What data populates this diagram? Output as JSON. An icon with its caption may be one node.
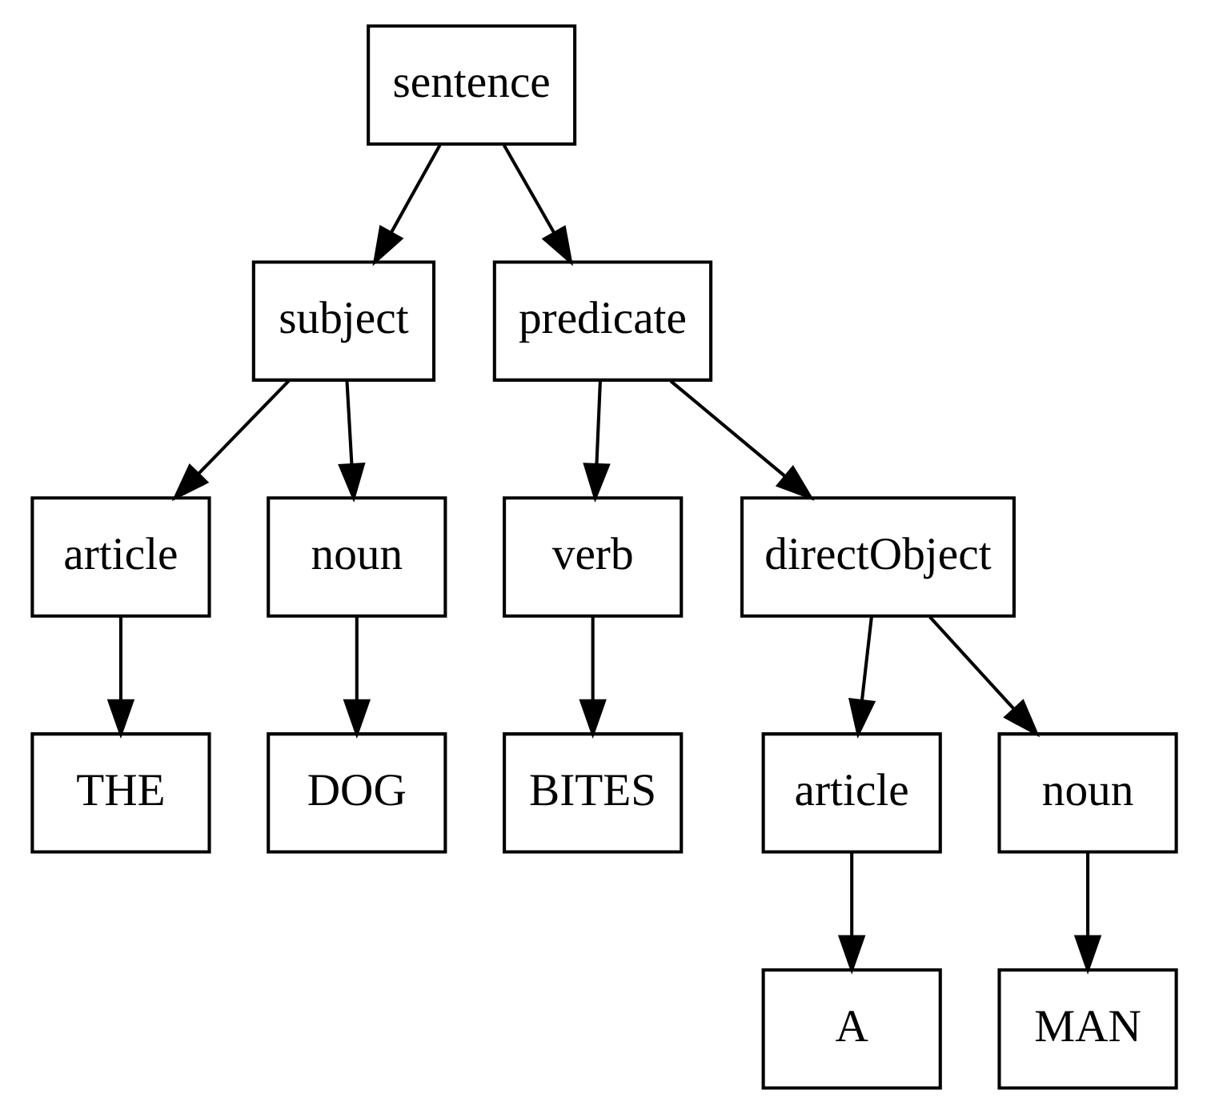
{
  "diagram": {
    "nodes": [
      {
        "text": [
          "sentence"
        ]
      },
      {
        "text": [
          "subject"
        ]
      },
      {
        "text": [
          "predicate"
        ]
      },
      {
        "text": [
          "article"
        ]
      },
      {
        "text": [
          "noun"
        ]
      },
      {
        "text": [
          "verb"
        ]
      },
      {
        "text": [
          "directObject"
        ]
      },
      {
        "text": [
          "THE"
        ]
      },
      {
        "text": [
          "DOG"
        ]
      },
      {
        "text": [
          "BITES"
        ]
      },
      {
        "text": [
          "article"
        ]
      },
      {
        "text": [
          "noun"
        ]
      },
      {
        "text": [
          "A"
        ]
      },
      {
        "text": [
          "MAN"
        ]
      }
    ],
    "edges": [
      {
        "from": 0,
        "to": 1,
        "arrow": "to"
      },
      {
        "from": 0,
        "to": 2,
        "arrow": "to"
      },
      {
        "from": 1,
        "to": 3,
        "arrow": "to"
      },
      {
        "from": 1,
        "to": 4,
        "arrow": "to"
      },
      {
        "from": 2,
        "to": 5,
        "arrow": "to"
      },
      {
        "from": 2,
        "to": 6,
        "arrow": "to"
      },
      {
        "from": 3,
        "to": 7,
        "arrow": "to"
      },
      {
        "from": 4,
        "to": 8,
        "arrow": "to"
      },
      {
        "from": 5,
        "to": 9,
        "arrow": "to"
      },
      {
        "from": 6,
        "to": 10,
        "arrow": "to"
      },
      {
        "from": 6,
        "to": 11,
        "arrow": "to"
      },
      {
        "from": 10,
        "to": 12,
        "arrow": "to"
      },
      {
        "from": 11,
        "to": 13,
        "arrow": "to"
      }
    ]
  }
}
